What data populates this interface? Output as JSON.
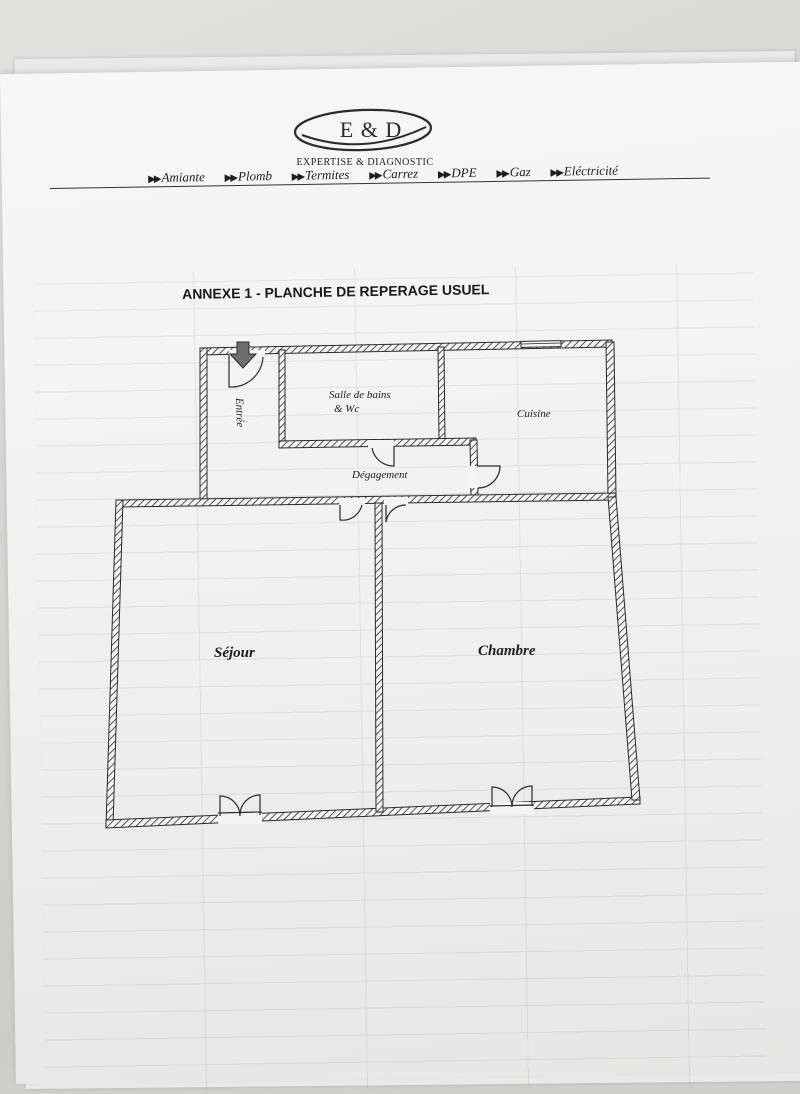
{
  "header": {
    "logo_text": "E & D",
    "subtitle": "EXPERTISE & DIAGNOSTIC",
    "services": [
      "Amiante",
      "Plomb",
      "Termites",
      "Carrez",
      "DPE",
      "Gaz",
      "Eléctricité"
    ]
  },
  "document": {
    "title": "ANNEXE 1 - PLANCHE DE REPERAGE USUEL"
  },
  "plan": {
    "rooms": {
      "entree": "Entrée",
      "salle_de_bains_1": "Salle de bains",
      "salle_de_bains_2": "& Wc",
      "cuisine": "Cuisine",
      "degagement": "Dégagement",
      "sejour": "Séjour",
      "chambre": "Chambre"
    }
  },
  "colors": {
    "wall": "#2a2a2a",
    "paper": "#f2f2f0"
  }
}
